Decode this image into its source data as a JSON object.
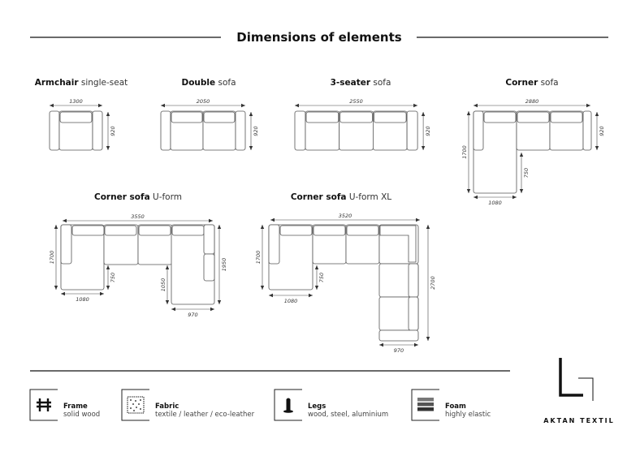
{
  "header": {
    "title": "Dimensions of elements"
  },
  "sofas": [
    {
      "bold": "Armchair",
      "light": " single-seat",
      "width": "1300",
      "depth": "920"
    },
    {
      "bold": "Double",
      "light": " sofa",
      "width": "2050",
      "depth": "920"
    },
    {
      "bold": "3-seater",
      "light": " sofa",
      "width": "2550",
      "depth": "920"
    },
    {
      "bold": "Corner",
      "light": " sofa",
      "width": "2880",
      "depth": "920",
      "chaise_length": "1700",
      "chaise_ext": "750",
      "chaise_width": "1080"
    },
    {
      "bold": "Corner sofa",
      "light": " U-form",
      "width": "3550",
      "left_length": "1700",
      "left_ext": "750",
      "left_width": "1080",
      "right_ext": "1050",
      "right_length": "1950",
      "right_width": "970"
    },
    {
      "bold": "Corner sofa",
      "light": " U-form XL",
      "width": "3520",
      "left_length": "1700",
      "left_ext": "750",
      "left_width": "1080",
      "right_length": "2700",
      "right_width": "970"
    }
  ],
  "materials": [
    {
      "icon": "frame-icon",
      "title": "Frame",
      "desc": "solid wood"
    },
    {
      "icon": "fabric-icon",
      "title": "Fabric",
      "desc": "textile / leather / eco-leather"
    },
    {
      "icon": "legs-icon",
      "title": "Legs",
      "desc": "wood, steel, aluminium"
    },
    {
      "icon": "foam-icon",
      "title": "Foam",
      "desc": "highly elastic"
    }
  ],
  "brand": {
    "name": "AKTAN TEXTIL"
  }
}
